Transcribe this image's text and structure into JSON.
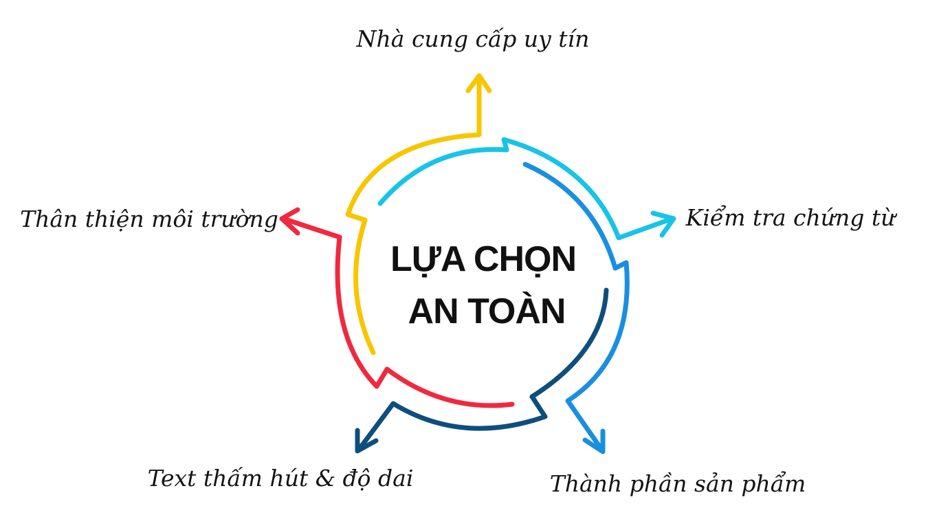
{
  "center": {
    "line1": "LỰA CHỌN",
    "line2": "AN TOÀN"
  },
  "items": [
    {
      "label": "Nhà cung cấp uy tín",
      "color": "#F7C600"
    },
    {
      "label": "Kiểm tra chứng từ",
      "color": "#19C3E8"
    },
    {
      "label": "Thành phần sản phẩm",
      "color": "#1A8FE0"
    },
    {
      "label": "Text thấm hút & độ dai",
      "color": "#0E4E7C"
    },
    {
      "label": "Thân thiện môi trường",
      "color": "#F0293E"
    }
  ]
}
